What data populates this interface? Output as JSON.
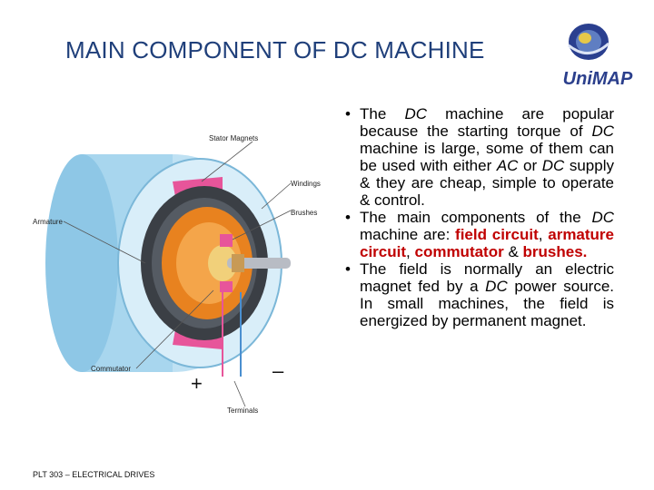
{
  "slide": {
    "title": "MAIN COMPONENT OF DC MACHINE",
    "logo_text": "UniMAP",
    "footer": "PLT 303 – ELECTRICAL DRIVES"
  },
  "diagram": {
    "labels": {
      "stator_magnets": "Stator Magnets",
      "windings": "Windings",
      "brushes": "Brushes",
      "armature": "Armature",
      "commutator": "Commutator",
      "terminals": "Terminals",
      "plus": "+",
      "minus": "–"
    }
  },
  "bullets": [
    {
      "parts": [
        "The ",
        "DC",
        " machine are popular because the starting torque of ",
        "DC",
        " machine is large, some of them can be used with either ",
        "AC",
        " or ",
        "DC",
        " supply & they are cheap, simple to operate & control."
      ]
    },
    {
      "intro_a": "The main components of the ",
      "intro_dc": "DC",
      "intro_b": " machine are: ",
      "field": "field circuit",
      "comma1": ", ",
      "armature": "armature circuit",
      "comma2": ", ",
      "commutator": "commutator",
      "amp": " & ",
      "brushes": "brushes."
    },
    {
      "a": " The field is normally an electric magnet fed by a ",
      "dc": "DC",
      "b": " power source. In small machines, the field is energized by permanent magnet."
    }
  ],
  "colors": {
    "title": "#1f3f7a",
    "highlight": "#c00000"
  }
}
